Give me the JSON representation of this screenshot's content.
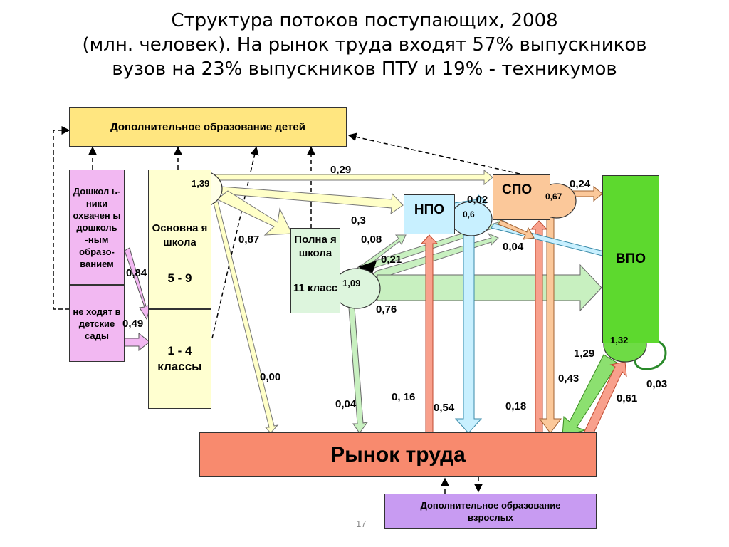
{
  "title": {
    "line1": "Структура потоков поступающих, 2008",
    "line2": "(млн. человек). На рынок труда входят 57% выпускников",
    "line3": "вузов на 23% выпускников ПТУ и 19% - техникумов"
  },
  "boxes": {
    "child_edu": "Дополнительное образование детей",
    "preschool_covered": "Дошкол ь-ники охвачен ы дошколь -ным образо- ванием",
    "preschool_not": "не ходят в детские сады",
    "basic_school": "Основна я школа",
    "basic_grades": "5 - 9",
    "primary_grades": "1 - 4 классы",
    "full_school": "Полна я школа",
    "full_grade": "11 класс",
    "npo": "НПО",
    "spo": "СПО",
    "vpo": "ВПО",
    "labor_market": "Рынок труда",
    "adult_edu": "Дополнительное образование взрослых"
  },
  "nodes": {
    "basic": "1,39",
    "full": "1,09",
    "npo": "0,6",
    "spo": "0,67",
    "vpo": "1,32"
  },
  "flows": {
    "f029": "0,29",
    "f024": "0,24",
    "f002": "0,02",
    "f03": "0,3",
    "f087": "0,87",
    "f008": "0,08",
    "f021": "0,21",
    "f004a": "0,04",
    "f084": "0,84",
    "f049": "0,49",
    "f076": "0,76",
    "f129": "1,29",
    "f000": "0,00",
    "f043": "0,43",
    "f003": "0,03",
    "f016": "0, 16",
    "f061": "0,61",
    "f004b": "0,04",
    "f054": "0,54",
    "f018": "0,18"
  },
  "page_number": "17",
  "colors": {
    "child_edu": "#FFE680",
    "preschool": "#F2B8F2",
    "school": "#FFFFD0",
    "full_school": "#DDF5DD",
    "npo": "#C8F0FF",
    "spo": "#FBC89A",
    "vpo": "#5DD92E",
    "labor": "#F88A6E",
    "adult": "#C89BF2"
  }
}
